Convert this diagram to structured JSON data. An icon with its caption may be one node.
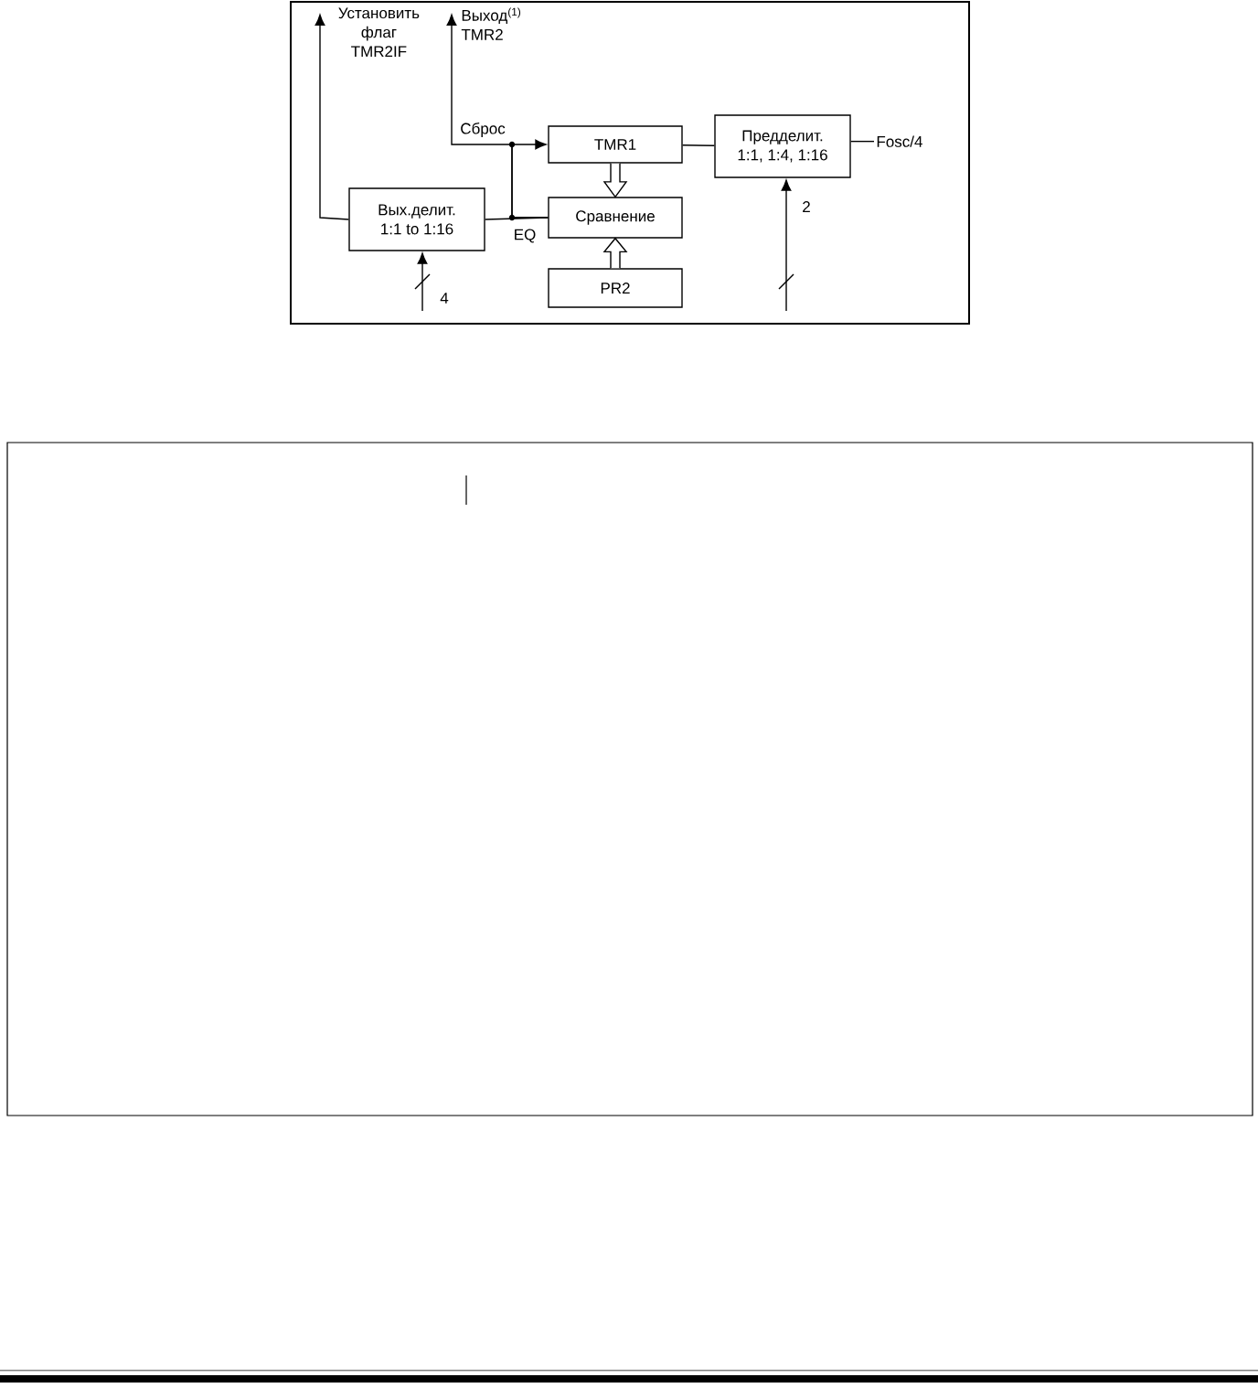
{
  "diagram": {
    "nodes": [
      {
        "text": [
          "Установить флаг TMR2IF"
        ]
      },
      {
        "text": [
          "Выход$^{(1)}$ TMR2"
        ]
      },
      {
        "text": [
          "TMR1"
        ]
      },
      {
        "text": [
          "Предделит.",
          "1:1, 1:4, 1:16"
        ]
      },
      {
        "text": [
          "Fosc/4"
        ]
      },
      {
        "text": [
          "Вых.делит.",
          "1:1  to  1:16"
        ]
      },
      {
        "text": [
          "Сравнение"
        ]
      },
      {
        "text": [
          "PR2"
        ]
      }
    ],
    "edges": [
      {
        "from": 4,
        "to": 3,
        "arrow": "none"
      },
      {
        "from": 3,
        "to": 2,
        "arrow": "none"
      },
      {
        "from": 2,
        "to": 6,
        "arrow": "to",
        "style": "thick"
      },
      {
        "from": 7,
        "to": 6,
        "arrow": "to",
        "style": "thick"
      },
      {
        "from": 6,
        "to": 5,
        "arrow": "none",
        "label": "EQ"
      },
      {
        "from": 6,
        "to": 2,
        "arrow": "to",
        "label": "Сброс"
      },
      {
        "from": 6,
        "to": 1,
        "arrow": "to"
      },
      {
        "from": 5,
        "to": 0,
        "arrow": "to"
      },
      {
        "from": null,
        "to": 5,
        "arrow": "to",
        "label": "4"
      },
      {
        "from": null,
        "to": 3,
        "arrow": "to",
        "label": "2"
      }
    ]
  }
}
